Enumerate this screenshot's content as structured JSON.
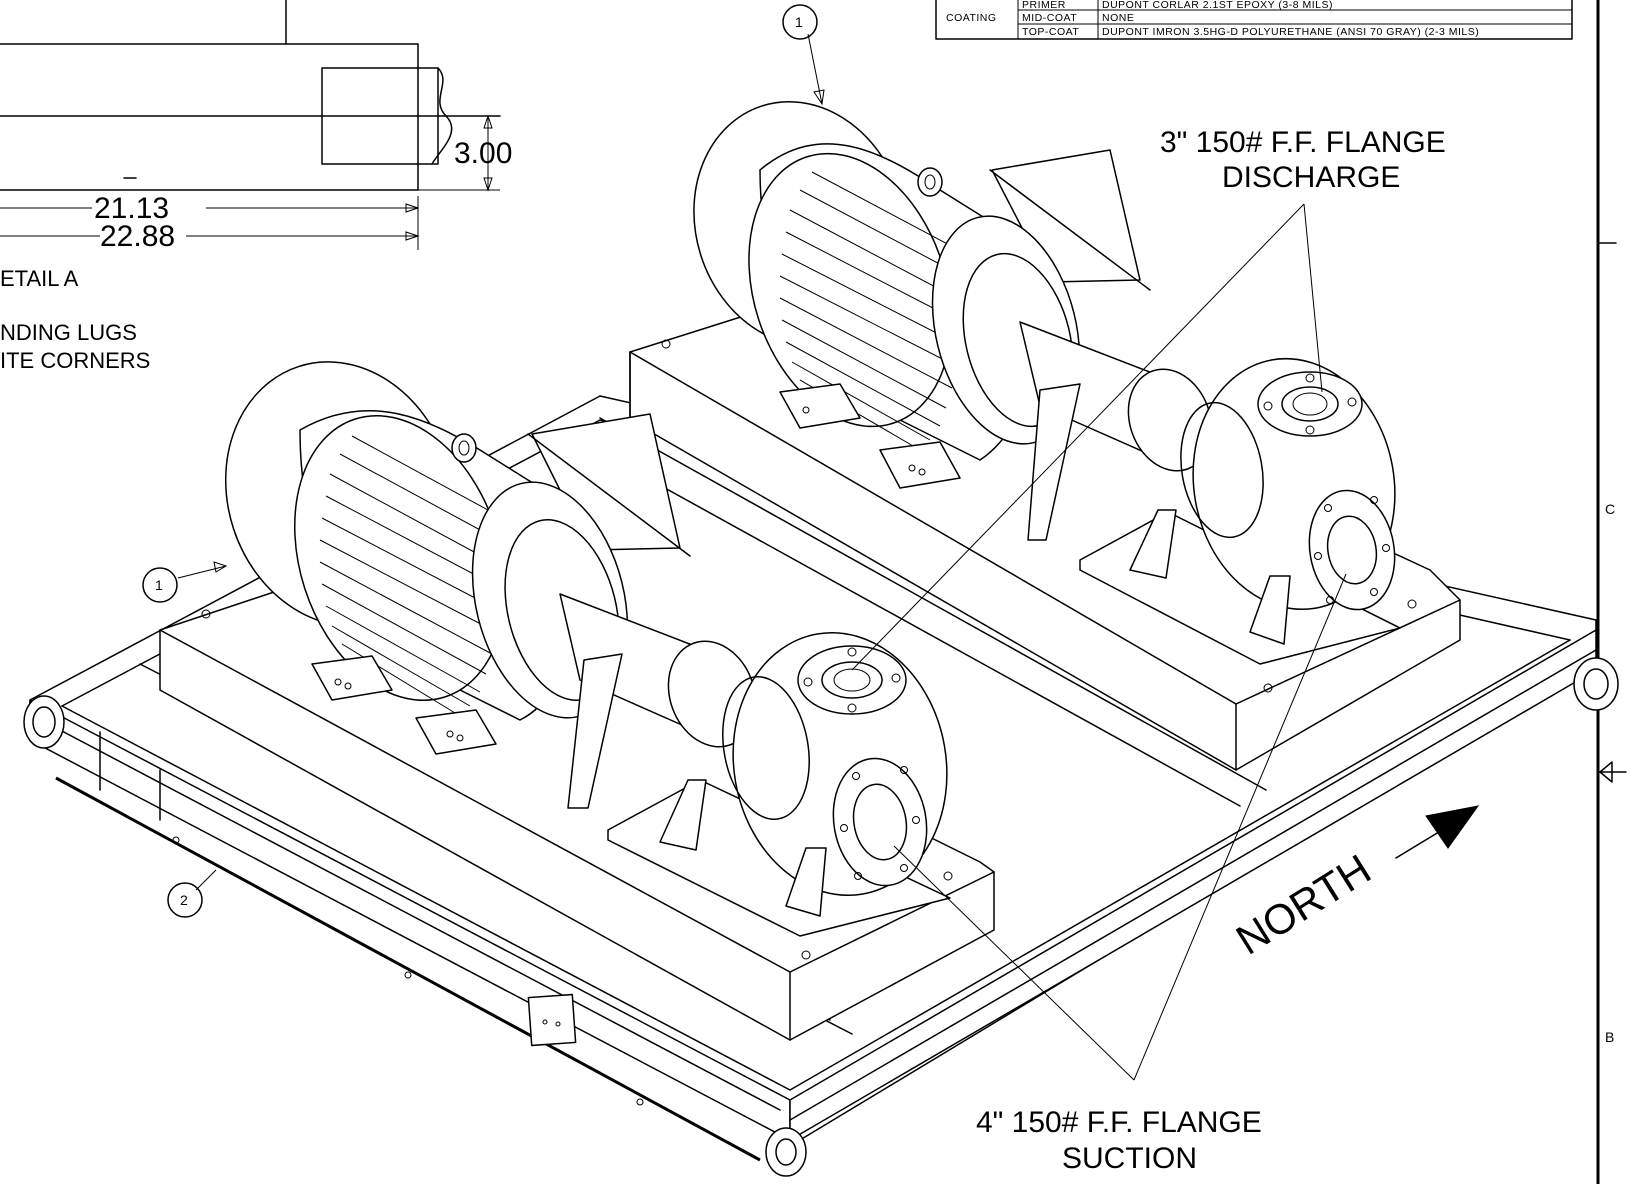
{
  "coating_table": {
    "section_label": "COATING",
    "rows": [
      {
        "layer": "PRIMER",
        "spec": "DUPONT CORLAR 2.1ST EPOXY (3-8 MILS)"
      },
      {
        "layer": "MID-COAT",
        "spec": "NONE"
      },
      {
        "layer": "TOP-COAT",
        "spec": "DUPONT IMRON 3.5HG-D POLYURETHANE (ANSI 70 GRAY) (2-3 MILS)"
      }
    ]
  },
  "detail": {
    "dim_height": "3.00",
    "dim_inner": "21.13",
    "dim_outer": "22.88",
    "title": "ETAIL  A",
    "note_line1": "NDING LUGS",
    "note_line2": "ITE CORNERS"
  },
  "callouts": {
    "discharge_line1": "3\" 150# F.F. FLANGE",
    "discharge_line2": "DISCHARGE",
    "suction_line1": "4\" 150# F.F. FLANGE",
    "suction_line2": "SUCTION",
    "north": "NORTH"
  },
  "balloons": {
    "motor_rear": "1",
    "motor_front": "1",
    "skid": "2"
  },
  "border": {
    "zone_c": "C",
    "zone_b": "B"
  }
}
